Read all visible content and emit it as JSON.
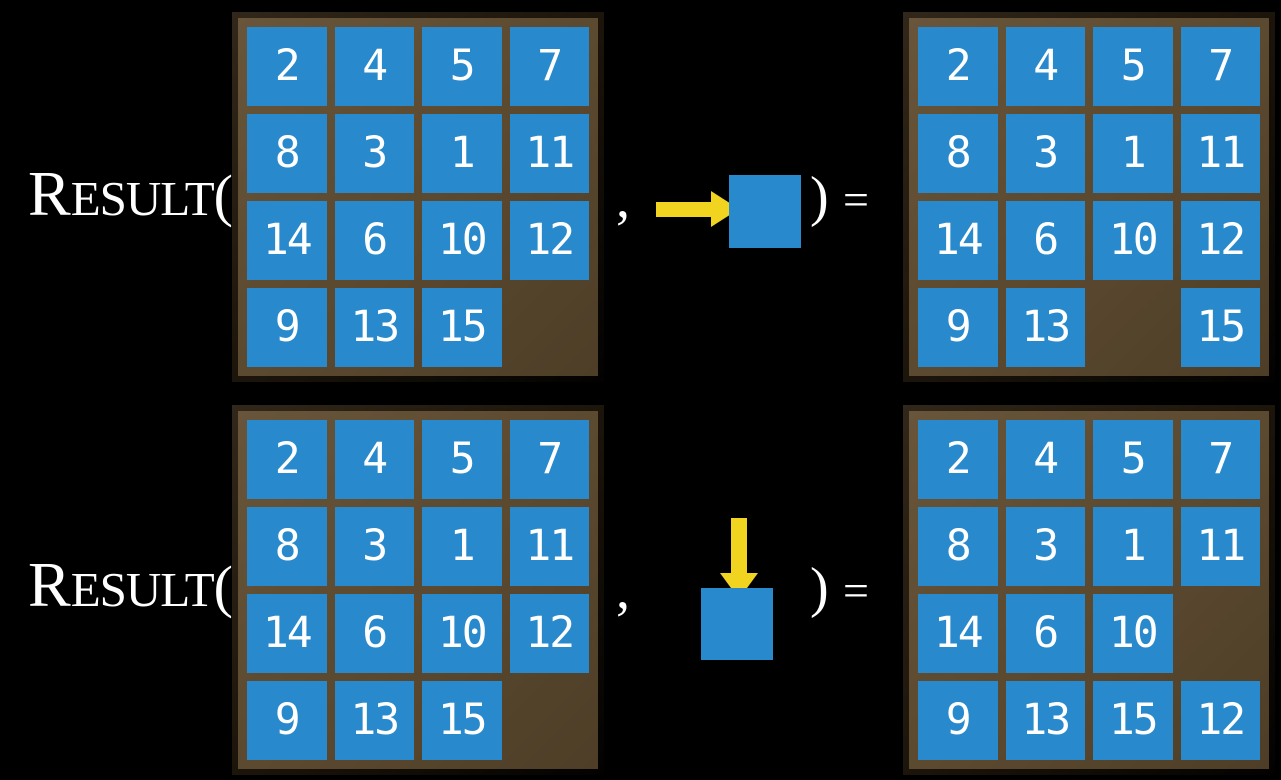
{
  "label": {
    "function_initial": "R",
    "function_rest": "ESULT",
    "open_paren": "(",
    "comma": ",",
    "close_paren": ")",
    "equals": "="
  },
  "colors": {
    "background": "#000000",
    "board_surface": "#5d4b31",
    "board_frame": "#1a1309",
    "tile_blue": "#2889cc",
    "tile_text": "#ffffff",
    "arrow_yellow": "#f0d420",
    "label_text": "#ffffff"
  },
  "puzzles": {
    "row1": {
      "action_direction": "right",
      "action_icon": "yellow-right-arrow-into-blue-tile",
      "initial_state": [
        [
          "2",
          "4",
          "5",
          "7"
        ],
        [
          "8",
          "3",
          "1",
          "11"
        ],
        [
          "14",
          "6",
          "10",
          "12"
        ],
        [
          "9",
          "13",
          "15",
          ""
        ]
      ],
      "result_state": [
        [
          "2",
          "4",
          "5",
          "7"
        ],
        [
          "8",
          "3",
          "1",
          "11"
        ],
        [
          "14",
          "6",
          "10",
          "12"
        ],
        [
          "9",
          "13",
          "",
          "15"
        ]
      ]
    },
    "row2": {
      "action_direction": "down",
      "action_icon": "yellow-down-arrow-into-blue-tile",
      "initial_state": [
        [
          "2",
          "4",
          "5",
          "7"
        ],
        [
          "8",
          "3",
          "1",
          "11"
        ],
        [
          "14",
          "6",
          "10",
          "12"
        ],
        [
          "9",
          "13",
          "15",
          ""
        ]
      ],
      "result_state": [
        [
          "2",
          "4",
          "5",
          "7"
        ],
        [
          "8",
          "3",
          "1",
          "11"
        ],
        [
          "14",
          "6",
          "10",
          ""
        ],
        [
          "9",
          "13",
          "15",
          "12"
        ]
      ]
    }
  }
}
